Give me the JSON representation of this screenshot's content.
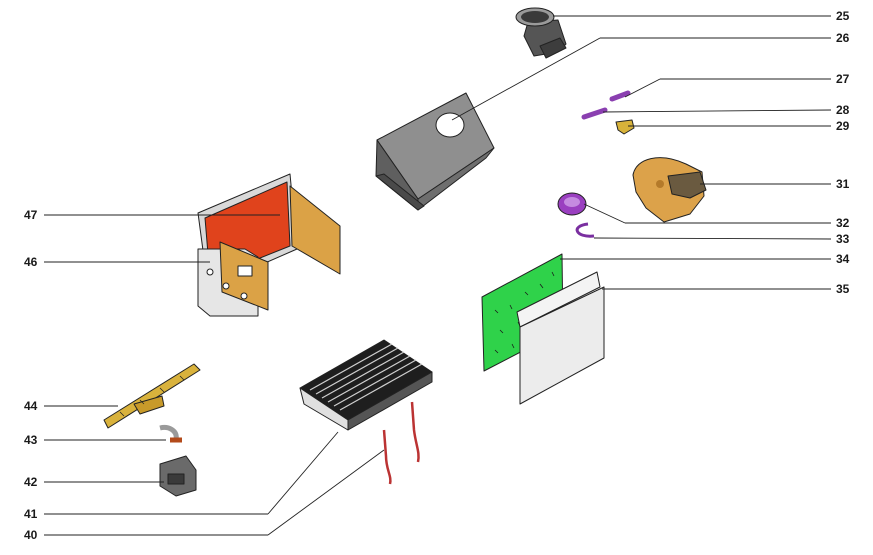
{
  "parts": [
    {
      "number": "25",
      "component": "air-intake-adapter"
    },
    {
      "number": "26",
      "component": "flue-hood"
    },
    {
      "number": "27",
      "component": "screw"
    },
    {
      "number": "28",
      "component": "bolt"
    },
    {
      "number": "29",
      "component": "clip"
    },
    {
      "number": "31",
      "component": "fan"
    },
    {
      "number": "32",
      "component": "air-pressure-switch"
    },
    {
      "number": "33",
      "component": "hose"
    },
    {
      "number": "34",
      "component": "front-insulation-panel"
    },
    {
      "number": "35",
      "component": "sealed-chamber-cover"
    },
    {
      "number": "40",
      "component": "ignition-electrode"
    },
    {
      "number": "41",
      "component": "heat-exchanger"
    },
    {
      "number": "42",
      "component": "gas-valve"
    },
    {
      "number": "43",
      "component": "gas-pipe"
    },
    {
      "number": "44",
      "component": "burner-manifold"
    },
    {
      "number": "46",
      "component": "combustion-chamber-front-panel"
    },
    {
      "number": "47",
      "component": "combustion-chamber-insulation"
    }
  ],
  "colors": {
    "line": "#222222",
    "metal_grey": "#8c8c8c",
    "panel_light": "#ececec",
    "insulation_green": "#2fd24a",
    "insulation_red": "#e0431c",
    "insulation_tan": "#dba246",
    "fan_gold": "#dca24a",
    "switch_purple": "#9a3fc0",
    "burner_yellow": "#d9b23c"
  }
}
